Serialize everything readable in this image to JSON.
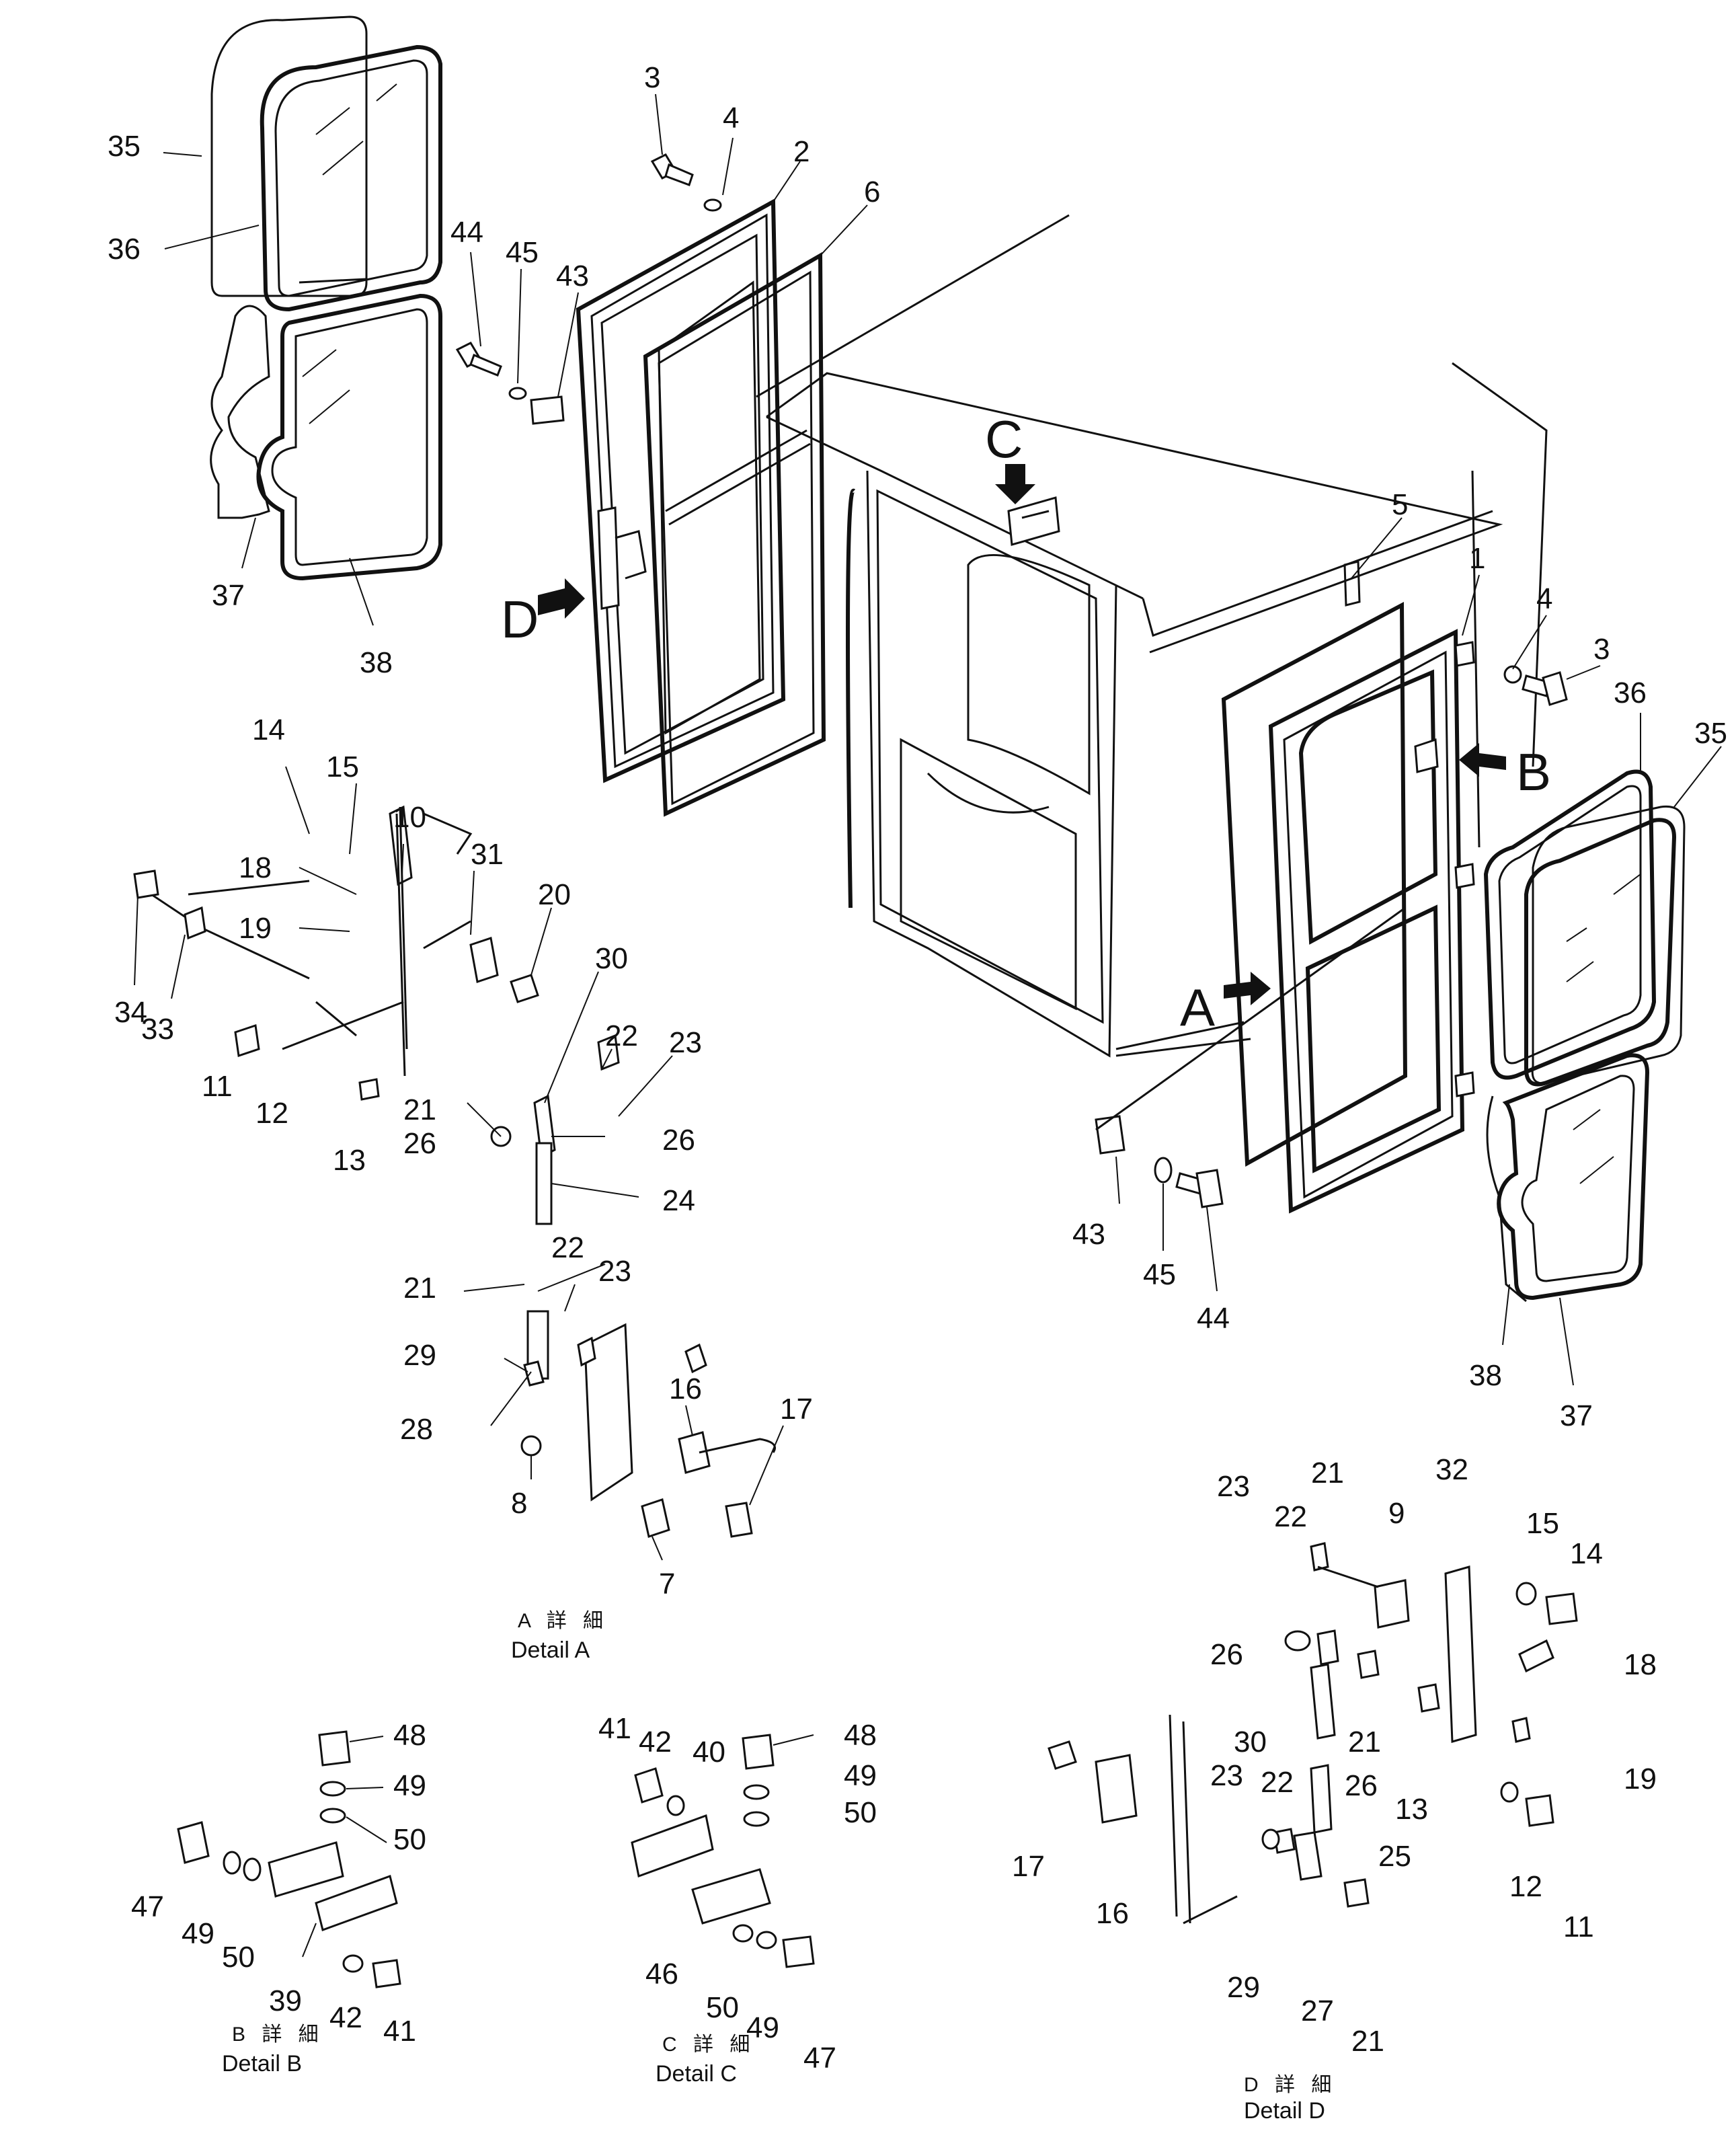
{
  "callouts": {
    "arrow_A": "A",
    "arrow_B": "B",
    "arrow_C": "C",
    "arrow_D": "D"
  },
  "details": {
    "A": {
      "jp": "A 詳 細",
      "en": "Detail A"
    },
    "B": {
      "jp": "B 詳 細",
      "en": "Detail B"
    },
    "C": {
      "jp": "C 詳 細",
      "en": "Detail C"
    },
    "D": {
      "jp": "D 詳 細",
      "en": "Detail D"
    }
  },
  "labels": {
    "l3a": "3",
    "l4a": "4",
    "l2": "2",
    "l6": "6",
    "l35a": "35",
    "l36a": "36",
    "l37a": "37",
    "l38a": "38",
    "l44a": "44",
    "l45a": "45",
    "l43a": "43",
    "l5": "5",
    "l1": "1",
    "l4b": "4",
    "l3b": "3",
    "l36b": "36",
    "l35b": "35",
    "l38b": "38",
    "l37b": "37",
    "l43b": "43",
    "l45b": "45",
    "l44b": "44",
    "l14a": "14",
    "l15a": "15",
    "l10": "10",
    "l31": "31",
    "l18a": "18",
    "l19a": "19",
    "l34": "34",
    "l33": "33",
    "l11a": "11",
    "l12a": "12",
    "l13a": "13",
    "l20": "20",
    "l30a": "30",
    "l22a": "22",
    "l23a": "23",
    "l21a": "21",
    "l26a": "26",
    "l26b": "26",
    "l24": "24",
    "l21b": "21",
    "l22b": "22",
    "l23b": "23",
    "l29a": "29",
    "l28": "28",
    "l16a": "16",
    "l17a": "17",
    "l8": "8",
    "l7": "7",
    "l48b": "48",
    "l49b": "49",
    "l50b": "50",
    "l47b": "47",
    "l49b2": "49",
    "l50b2": "50",
    "l39": "39",
    "l42b": "42",
    "l41b": "41",
    "l41c": "41",
    "l42c": "42",
    "l40": "40",
    "l48c": "48",
    "l49c": "49",
    "l50c": "50",
    "l46": "46",
    "l50c2": "50",
    "l49c2": "49",
    "l47c": "47",
    "l23d": "23",
    "l22d": "22",
    "l21d": "21",
    "l9": "9",
    "l32": "32",
    "l15d": "15",
    "l14d": "14",
    "l26d": "26",
    "l21d2": "21",
    "l18d": "18",
    "l30d": "30",
    "l26d2": "26",
    "l13d": "13",
    "l19d": "19",
    "l17d": "17",
    "l23d2": "23",
    "l22d2": "22",
    "l25": "25",
    "l12d": "12",
    "l11d": "11",
    "l16d": "16",
    "l29d": "29",
    "l27": "27",
    "l21d3": "21"
  }
}
